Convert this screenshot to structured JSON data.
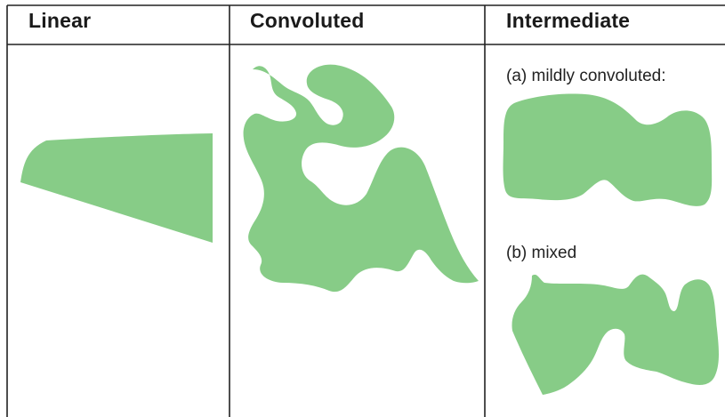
{
  "columns": [
    {
      "key": "linear",
      "header": "Linear"
    },
    {
      "key": "convoluted",
      "header": "Convoluted"
    },
    {
      "key": "intermediate",
      "header": "Intermediate"
    }
  ],
  "intermediate": {
    "label_a": "(a) mildly convoluted:",
    "label_b": "(b) mixed"
  },
  "colors": {
    "shape_fill": "#87cc87",
    "grid_line": "#222222",
    "text": "#1a1a1a"
  }
}
